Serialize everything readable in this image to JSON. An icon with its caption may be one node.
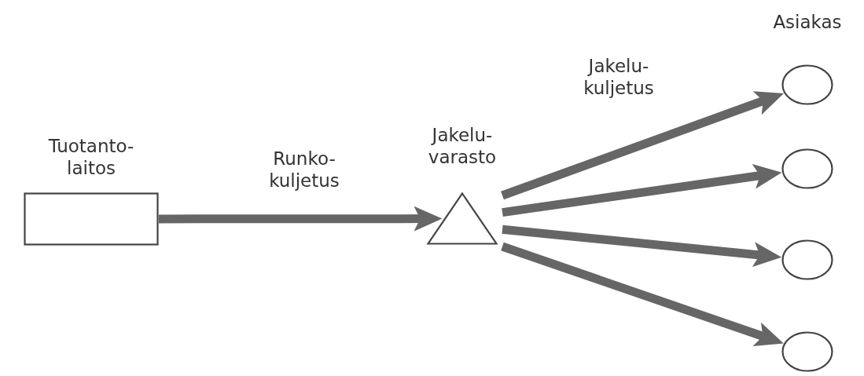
{
  "diagram": {
    "nodes": [
      {
        "text": [
          "Tuotanto- laitos"
        ]
      },
      {
        "text": [
          "Jakelu- varasto"
        ]
      },
      {
        "text": [
          "Asiakas"
        ]
      },
      {
        "text": [],
        "shape": "circle"
      },
      {
        "text": [],
        "shape": "circle"
      },
      {
        "text": [],
        "shape": "circle"
      }
    ],
    "edges": [
      {
        "from": 0,
        "to": 1,
        "arrow": "to",
        "label": "Runko- kuljetus"
      },
      {
        "from": 1,
        "to": 2,
        "arrow": "to",
        "label": "Jakelu- kuljetus"
      },
      {
        "from": 1,
        "to": 3,
        "arrow": "to"
      },
      {
        "from": 1,
        "to": 4,
        "arrow": "to"
      },
      {
        "from": 1,
        "to": 5,
        "arrow": "to"
      }
    ]
  }
}
